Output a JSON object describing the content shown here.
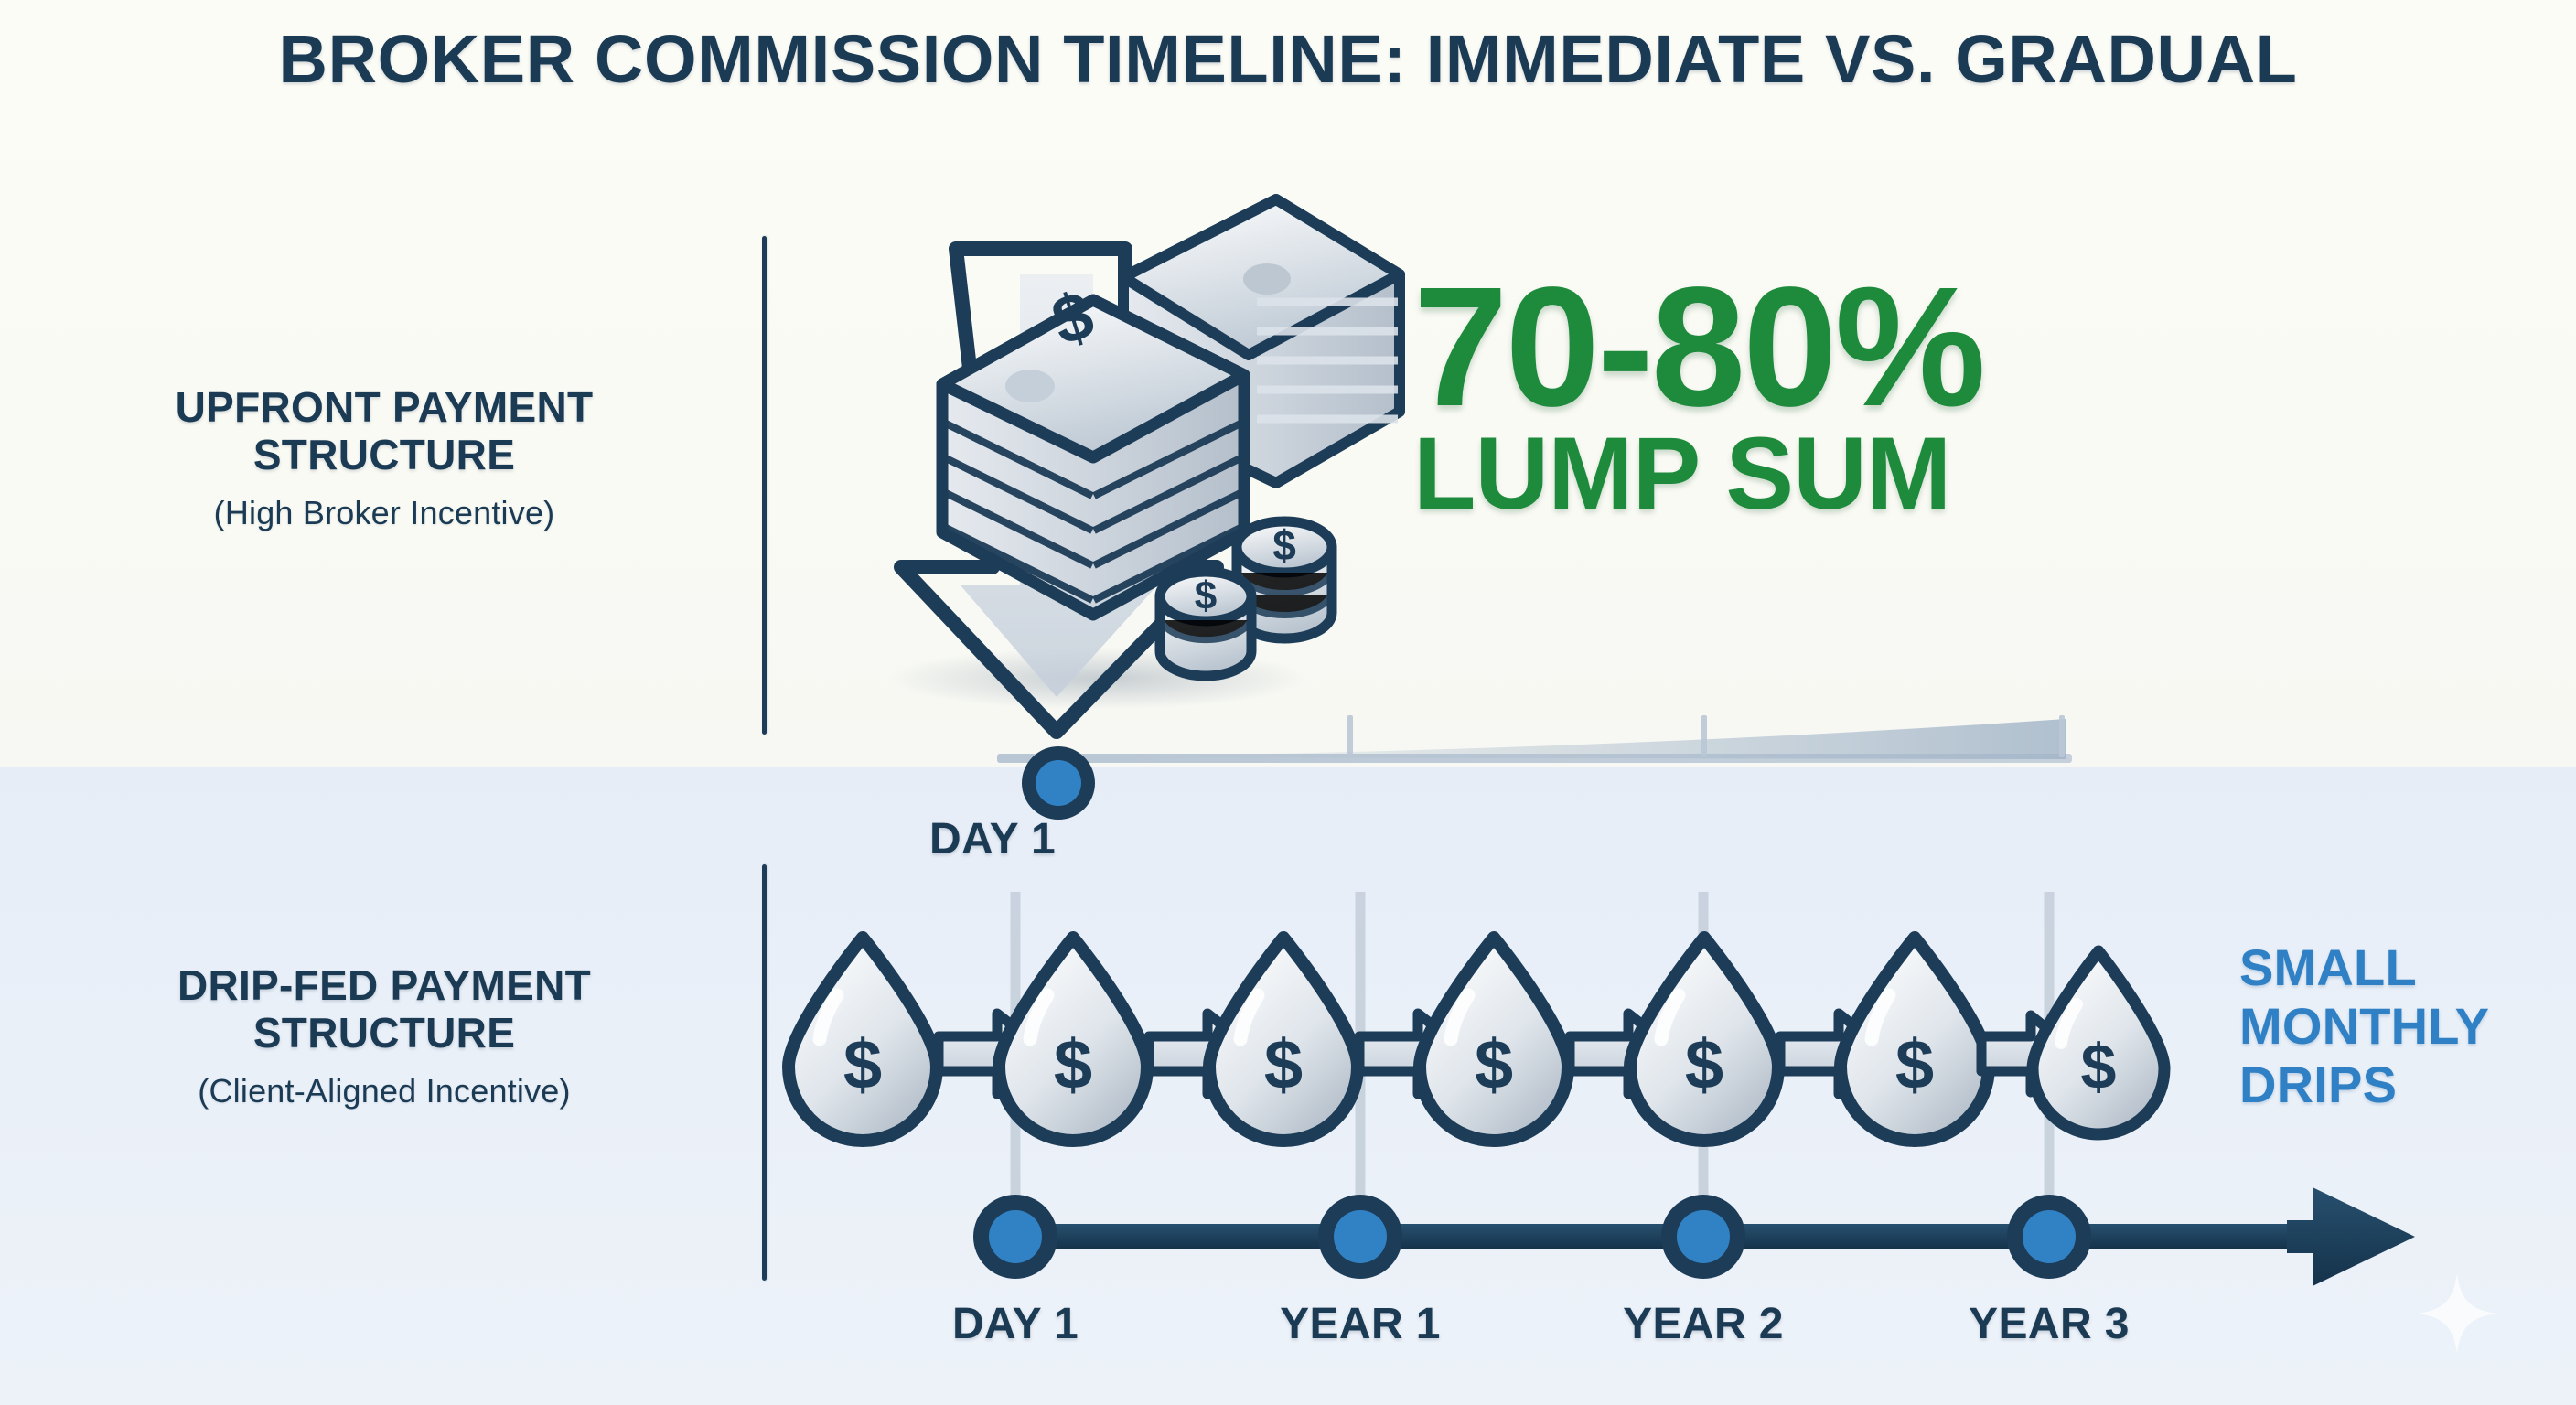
{
  "title": "BROKER COMMISSION TIMELINE: IMMEDIATE VS. GRADUAL",
  "colors": {
    "navy": "#1B3A54",
    "green": "#1E8A3C",
    "blue": "#2F80C4",
    "dot_blue": "#3182C5",
    "bg_top": "#FBFBF5",
    "bg_bottom": "#E7EDF6",
    "silver": "#C9D2DB"
  },
  "rows": [
    {
      "id": "upfront",
      "label_line1": "UPFRONT PAYMENT",
      "label_line2": "STRUCTURE",
      "label_note": "(High Broker Incentive)",
      "stat_value": "70-80%",
      "stat_caption": "LUMP SUM",
      "icon": "money-stack-down-arrow-icon",
      "marker_label": "DAY 1"
    },
    {
      "id": "dripfed",
      "label_line1": "DRIP-FED PAYMENT",
      "label_line2": "STRUCTURE",
      "label_note": "(Client-Aligned Incentive)",
      "side_label_lines": [
        "SMALL",
        "MONTHLY",
        "DRIPS"
      ],
      "drop_icon": "water-drop-dollar-icon",
      "arrow_icon": "right-arrow-icon",
      "drop_count": 7,
      "arrow_count": 6
    }
  ],
  "upper_timeline": {
    "marker": "DAY 1",
    "tick_count": 3,
    "style": "faint-gray-rising-line"
  },
  "bottom_timeline": {
    "markers": [
      "DAY 1",
      "YEAR 1",
      "YEAR 2",
      "YEAR 3"
    ],
    "arrow_end": "right-arrow-icon"
  },
  "decoration": {
    "sparkle": "four-point-star-icon"
  }
}
